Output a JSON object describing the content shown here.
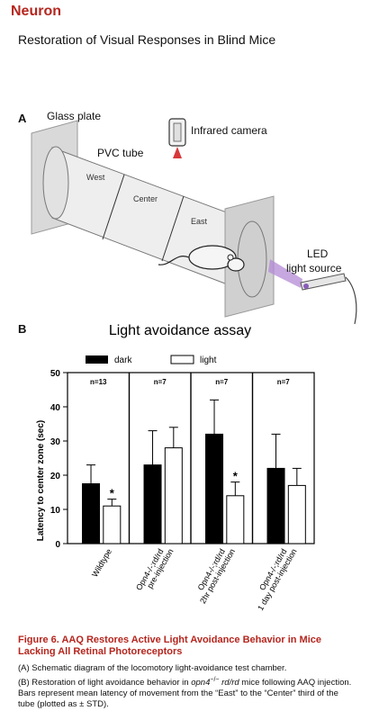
{
  "header": {
    "journal": "Neuron",
    "subtitle": "Restoration of Visual Responses in Blind Mice"
  },
  "panel_a": {
    "letter": "A",
    "labels": {
      "glass_plate": "Glass plate",
      "pvc_tube": "PVC tube",
      "west": "West",
      "center": "Center",
      "east": "East",
      "infrared_camera": "Infrared camera",
      "led_line1": "LED",
      "led_line2": "light source"
    }
  },
  "panel_b": {
    "letter": "B",
    "title": "Light avoidance assay",
    "legend_dark": "dark",
    "legend_light": "light",
    "ylabel": "Latency to center zone (sec)",
    "group_n": [
      "n=13",
      "n=7",
      "n=7",
      "n=7"
    ],
    "star": "*"
  },
  "chart_data": {
    "type": "bar",
    "title": "Light avoidance assay",
    "xlabel": "",
    "ylabel": "Latency to center zone (sec)",
    "ylim": [
      0,
      50
    ],
    "yticks": [
      0,
      10,
      20,
      30,
      40,
      50
    ],
    "categories": [
      "Wildtype",
      "Opn4-/-;rd/rd pre-injection",
      "Opn4-/-;rd/rd 2hr post-injection",
      "Opn4-/-;rd/rd 1 day post-injection"
    ],
    "category_lines": [
      [
        "Wildtype"
      ],
      [
        "Opn4-/-;rd/rd",
        "pre-injection"
      ],
      [
        "Opn4-/-;rd/rd",
        "2hr post-injection"
      ],
      [
        "Opn4-/-;rd/rd",
        "1 day post-injection"
      ]
    ],
    "series": [
      {
        "name": "dark",
        "color": "#000000",
        "values": [
          17.5,
          23,
          32,
          22
        ],
        "errors": [
          5.5,
          10,
          10,
          10
        ]
      },
      {
        "name": "light",
        "color": "#ffffff",
        "values": [
          11,
          28,
          14,
          17
        ],
        "errors": [
          2,
          6,
          4,
          5
        ]
      }
    ],
    "significance": [
      {
        "category": 0,
        "series": "light",
        "label": "*"
      },
      {
        "category": 2,
        "series": "light",
        "label": "*"
      }
    ]
  },
  "caption": {
    "title": "Figure 6. AAQ Restores Active Light Avoidance Behavior in Mice Lacking All Retinal Photoreceptors",
    "line_a": "(A) Schematic diagram of the locomotory light-avoidance test chamber.",
    "line_b_1": "(B) Restoration of light avoidance behavior in ",
    "line_b_italic": "opn4",
    "line_b_sup": "−/−",
    "line_b_italic2": " rd/rd",
    "line_b_2": " mice following AAQ injection. Bars represent mean latency of movement from the “East” to the “Center” third of the tube (plotted as ± STD)."
  }
}
